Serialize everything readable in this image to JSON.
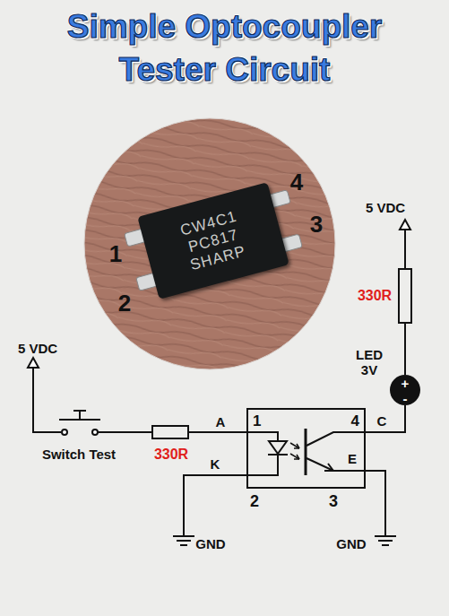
{
  "diagram": {
    "title": "Simple Optocoupler Tester Circuit",
    "nodes": [
      {
        "text": [
          "CW4C1 PC817 SHARP"
        ]
      },
      {
        "text": [
          "1",
          "4"
        ]
      }
    ],
    "labels": [
      "4",
      "3",
      "1",
      "2",
      "5 VDC",
      "330R",
      "LED 3V",
      "+",
      "-",
      "5 VDC",
      "Switch Test",
      "330R",
      "A",
      "K",
      "C",
      "E",
      "2",
      "3",
      "GND",
      "GND"
    ]
  }
}
